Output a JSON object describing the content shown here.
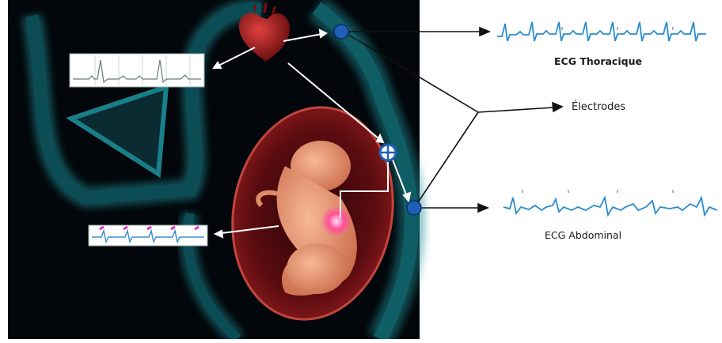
{
  "labels": {
    "ecg_thoracic": "ECG Thoracique",
    "electrodes": "Électrodes",
    "ecg_abdominal": "ECG Abdominal"
  },
  "colors": {
    "background": "#03060a",
    "body_glow": "#1c8e96",
    "electrode": "#1f5fb8",
    "ecg_trace": "#2a8bd0",
    "uterus": "#6e0f14",
    "fetus": "#e6906a",
    "heart": "#a31b1b"
  },
  "icons": [
    "heart-icon",
    "electrode-icon",
    "crosshair-icon",
    "fetus-icon"
  ]
}
